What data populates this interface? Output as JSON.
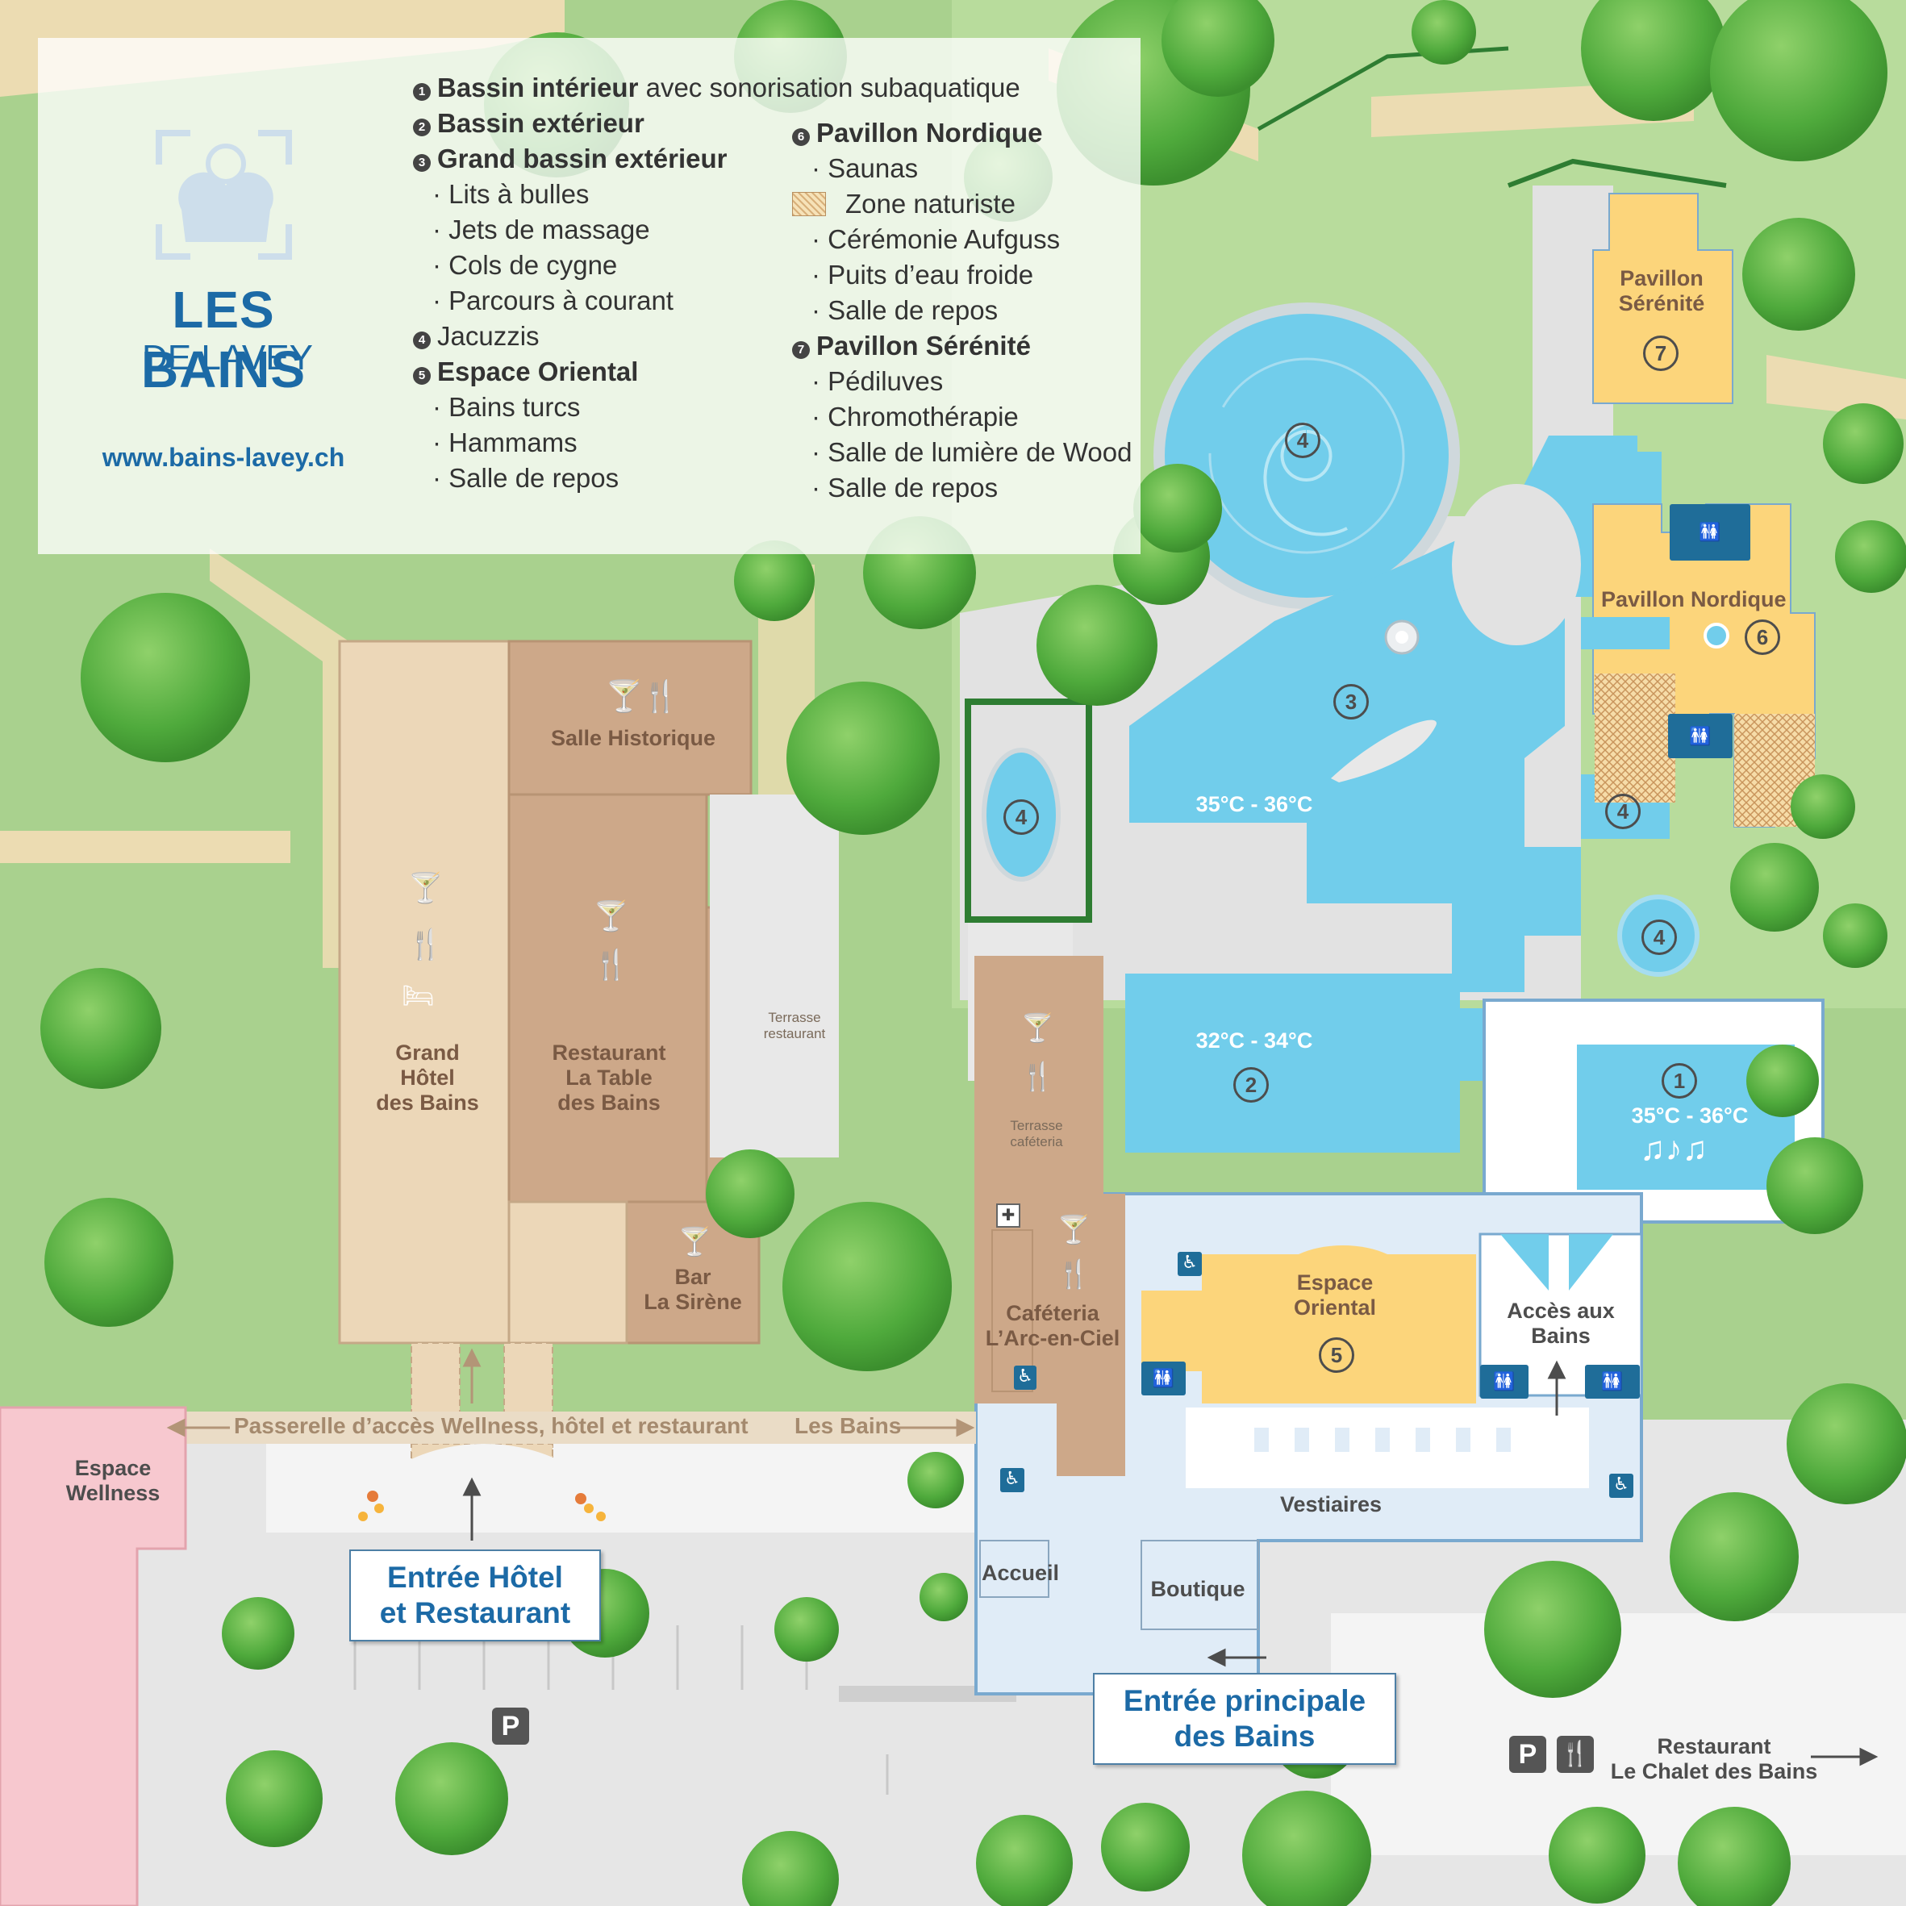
{
  "brand": {
    "title": "LES BAINS",
    "subtitle": "DE LAVEY",
    "url": "www.bains-lavey.ch"
  },
  "legend": {
    "col1": [
      {
        "num": "1",
        "bold": "Bassin intérieur",
        "rest": " avec sonorisation subaquatique"
      },
      {
        "num": "2",
        "bold": "Bassin extérieur",
        "rest": ""
      },
      {
        "num": "3",
        "bold": "Grand bassin extérieur",
        "rest": ""
      },
      {
        "sub": "· Lits à bulles"
      },
      {
        "sub": "· Jets de massage"
      },
      {
        "sub": "· Cols de cygne"
      },
      {
        "sub": "· Parcours à courant"
      },
      {
        "num": "4",
        "bold": "",
        "rest": "Jacuzzis"
      },
      {
        "num": "5",
        "bold": "Espace Oriental",
        "rest": ""
      },
      {
        "sub": "· Bains turcs"
      },
      {
        "sub": "· Hammams"
      },
      {
        "sub": "· Salle de repos"
      }
    ],
    "col2": [
      {
        "num": "6",
        "bold": "Pavillon Nordique",
        "rest": ""
      },
      {
        "sub": "· Saunas"
      },
      {
        "hatch": "Zone naturiste"
      },
      {
        "sub": "· Cérémonie Aufguss"
      },
      {
        "sub": "· Puits d’eau froide"
      },
      {
        "sub": "· Salle de repos"
      },
      {
        "num": "7",
        "bold": "Pavillon Sérénité",
        "rest": ""
      },
      {
        "sub": "· Pédiluves"
      },
      {
        "sub": "· Chromothérapie"
      },
      {
        "sub": "· Salle de lumière de Wood"
      },
      {
        "sub": "· Salle de repos"
      }
    ]
  },
  "buildings": {
    "salle_historique": "Salle Historique",
    "grand_hotel": "Grand\nHôtel\ndes Bains",
    "restaurant": "Restaurant\nLa Table\ndes Bains",
    "terrasse_restaurant": "Terrasse\nrestaurant",
    "bar": "Bar\nLa Sirène",
    "terrasse_cafeteria": "Terrasse\ncaféteria",
    "cafeteria": "Caféteria\nL’Arc-en-Ciel",
    "espace_oriental": "Espace\nOriental",
    "acces_bains": "Accès aux\nBains",
    "vestiaires": "Vestiaires",
    "accueil": "Accueil",
    "boutique": "Boutique",
    "espace_wellness": "Espace\nWellness",
    "pavillon_serenite": "Pavillon\nSérénité",
    "pavillon_nordique": "Pavillon Nordique",
    "restaurant_chalet": "Restaurant\nLe Chalet des Bains"
  },
  "pools": {
    "grand_temp": "35°C - 36°C",
    "exterieur_temp": "32°C - 34°C",
    "interieur_temp": "35°C - 36°C",
    "music": "♫♪♫"
  },
  "numbers": {
    "n1": "1",
    "n2": "2",
    "n3": "3",
    "n4": "4",
    "n5": "5",
    "n6": "6",
    "n7": "7"
  },
  "paths": {
    "passerelle": "Passerelle d’accès Wellness, hôtel et restaurant",
    "les_bains": "Les Bains"
  },
  "entries": {
    "hotel": "Entrée Hôtel\net Restaurant",
    "principale": "Entrée principale\ndes Bains"
  },
  "parking": "P",
  "icons": {
    "drink": "🍸",
    "cutlery": "🍴",
    "bed": "🛏",
    "wheelchair": "♿",
    "toilets": "🚻",
    "first_aid": "✚"
  }
}
